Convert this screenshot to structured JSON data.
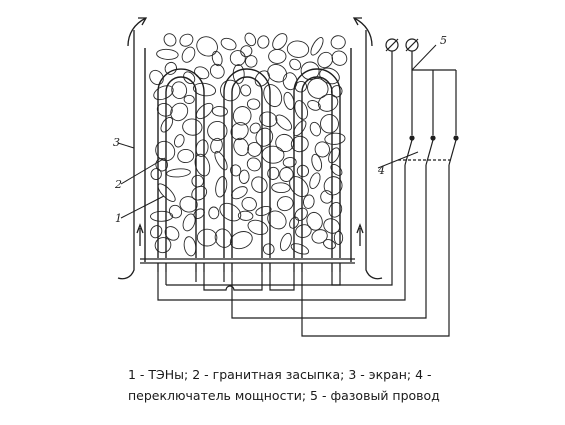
{
  "diagram": {
    "labels": [
      "1",
      "2",
      "3",
      "4",
      "5"
    ]
  },
  "caption": {
    "line1": "1 - ТЭНы; 2 - гранитная засыпка; 3 - экран; 4 -",
    "line2": "переключатель мощности; 5 - фазовый провод"
  },
  "colors": {
    "ink": "#1e1e1e",
    "background": "#ffffff"
  }
}
